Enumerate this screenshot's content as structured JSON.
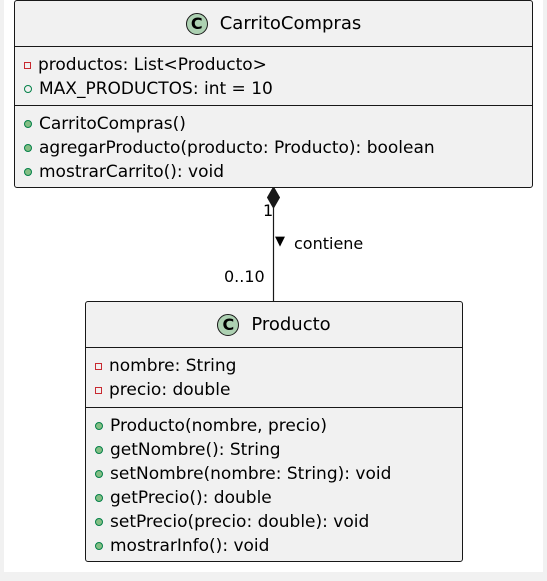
{
  "classes": {
    "carrito": {
      "badge": "C",
      "name": "CarritoCompras",
      "attributes": [
        {
          "visibility": "private",
          "text": "productos: List<Producto>"
        },
        {
          "visibility": "public-open",
          "text": "MAX_PRODUCTOS: int = 10"
        }
      ],
      "methods": [
        {
          "visibility": "public",
          "text": "CarritoCompras()"
        },
        {
          "visibility": "public",
          "text": "agregarProducto(producto: Producto): boolean"
        },
        {
          "visibility": "public",
          "text": "mostrarCarrito(): void"
        }
      ]
    },
    "producto": {
      "badge": "C",
      "name": "Producto",
      "attributes": [
        {
          "visibility": "private",
          "text": "nombre: String"
        },
        {
          "visibility": "private",
          "text": "precio: double"
        }
      ],
      "methods": [
        {
          "visibility": "public",
          "text": "Producto(nombre, precio)"
        },
        {
          "visibility": "public",
          "text": "getNombre(): String"
        },
        {
          "visibility": "public",
          "text": "setNombre(nombre: String): void"
        },
        {
          "visibility": "public",
          "text": "getPrecio(): double"
        },
        {
          "visibility": "public",
          "text": "setPrecio(precio: double): void"
        },
        {
          "visibility": "public",
          "text": "mostrarInfo(): void"
        }
      ]
    }
  },
  "relation": {
    "type": "composition",
    "label": "contiene",
    "direction_marker": "▼",
    "source_multiplicity": "1",
    "target_multiplicity": "0..10"
  },
  "colors": {
    "border": "#181818",
    "box_fill": "#f1f1f1",
    "badge_fill": "#add1b2",
    "private_marker": "#c82930",
    "public_marker": "#038048",
    "public_fill": "#84be84"
  }
}
